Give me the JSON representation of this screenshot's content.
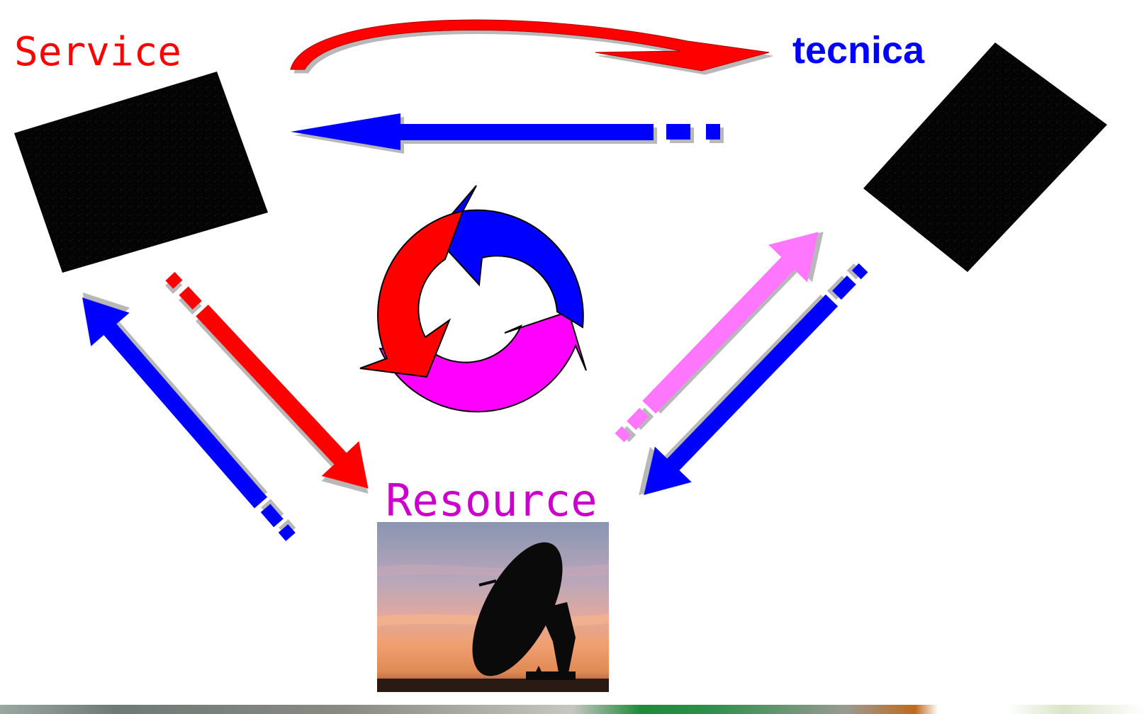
{
  "labels": {
    "service": "Service",
    "tecnica": "tecnica",
    "resource": "Resource"
  },
  "colors": {
    "red": "#ff0000",
    "blue": "#0000ff",
    "magenta": "#ff00ff",
    "pink": "#ff77ff",
    "service_text": "#ff0000",
    "tecnica_text": "#0000ff",
    "resource_text": "#cc00cc"
  },
  "icons": {
    "service_tile": "dark-textured-tile",
    "tecnica_tile": "dark-textured-tile",
    "cycle": "three-arrow-cycle-icon",
    "resource_photo": "satellite-dish-at-sunset"
  }
}
